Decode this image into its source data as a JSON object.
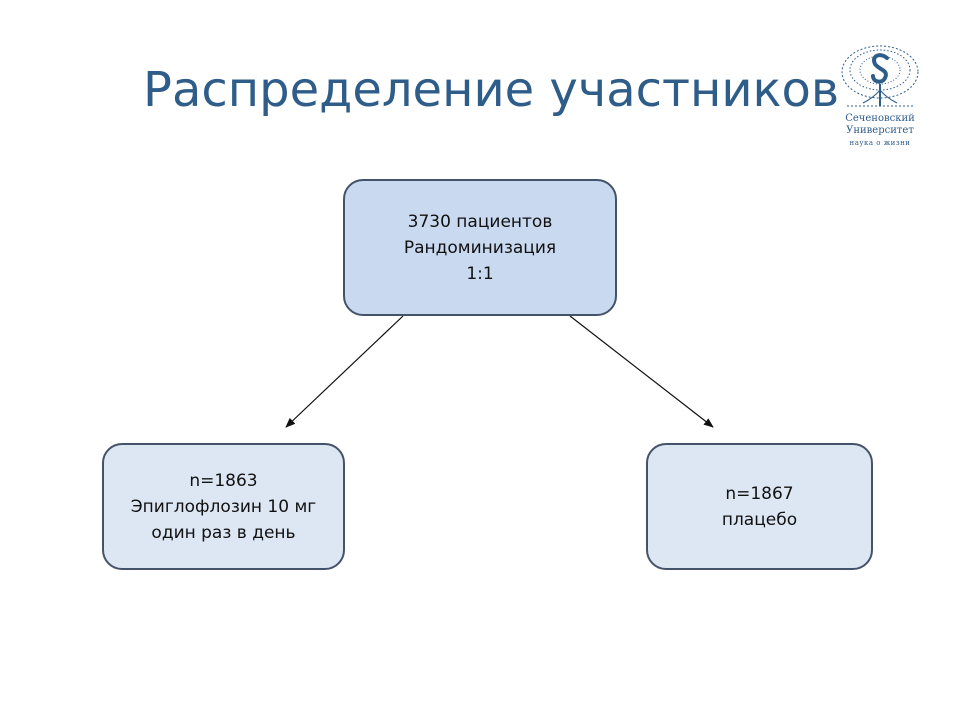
{
  "slide": {
    "title": "Распределение участников"
  },
  "logo": {
    "icon": "sechenov-tree-logo-icon",
    "line1": "Сеченовский",
    "line2": "Университет",
    "line3": "наука о жизни",
    "color": "#2f5d8a"
  },
  "diagram": {
    "root": {
      "lines": [
        "3730 пациентов",
        "Рандоминизация",
        "1:1"
      ],
      "fill": "#c9d9f0"
    },
    "left_branch": {
      "lines": [
        "n=1863",
        "Эпиглофлозин 10 мг",
        "один раз в день"
      ],
      "fill": "#dde6f3"
    },
    "right_branch": {
      "lines": [
        "n=1867",
        "плацебо"
      ],
      "fill": "#dde6f3"
    },
    "edges": [
      {
        "from": "root",
        "to": "left_branch"
      },
      {
        "from": "root",
        "to": "right_branch"
      }
    ],
    "border_color": "#43546a"
  }
}
